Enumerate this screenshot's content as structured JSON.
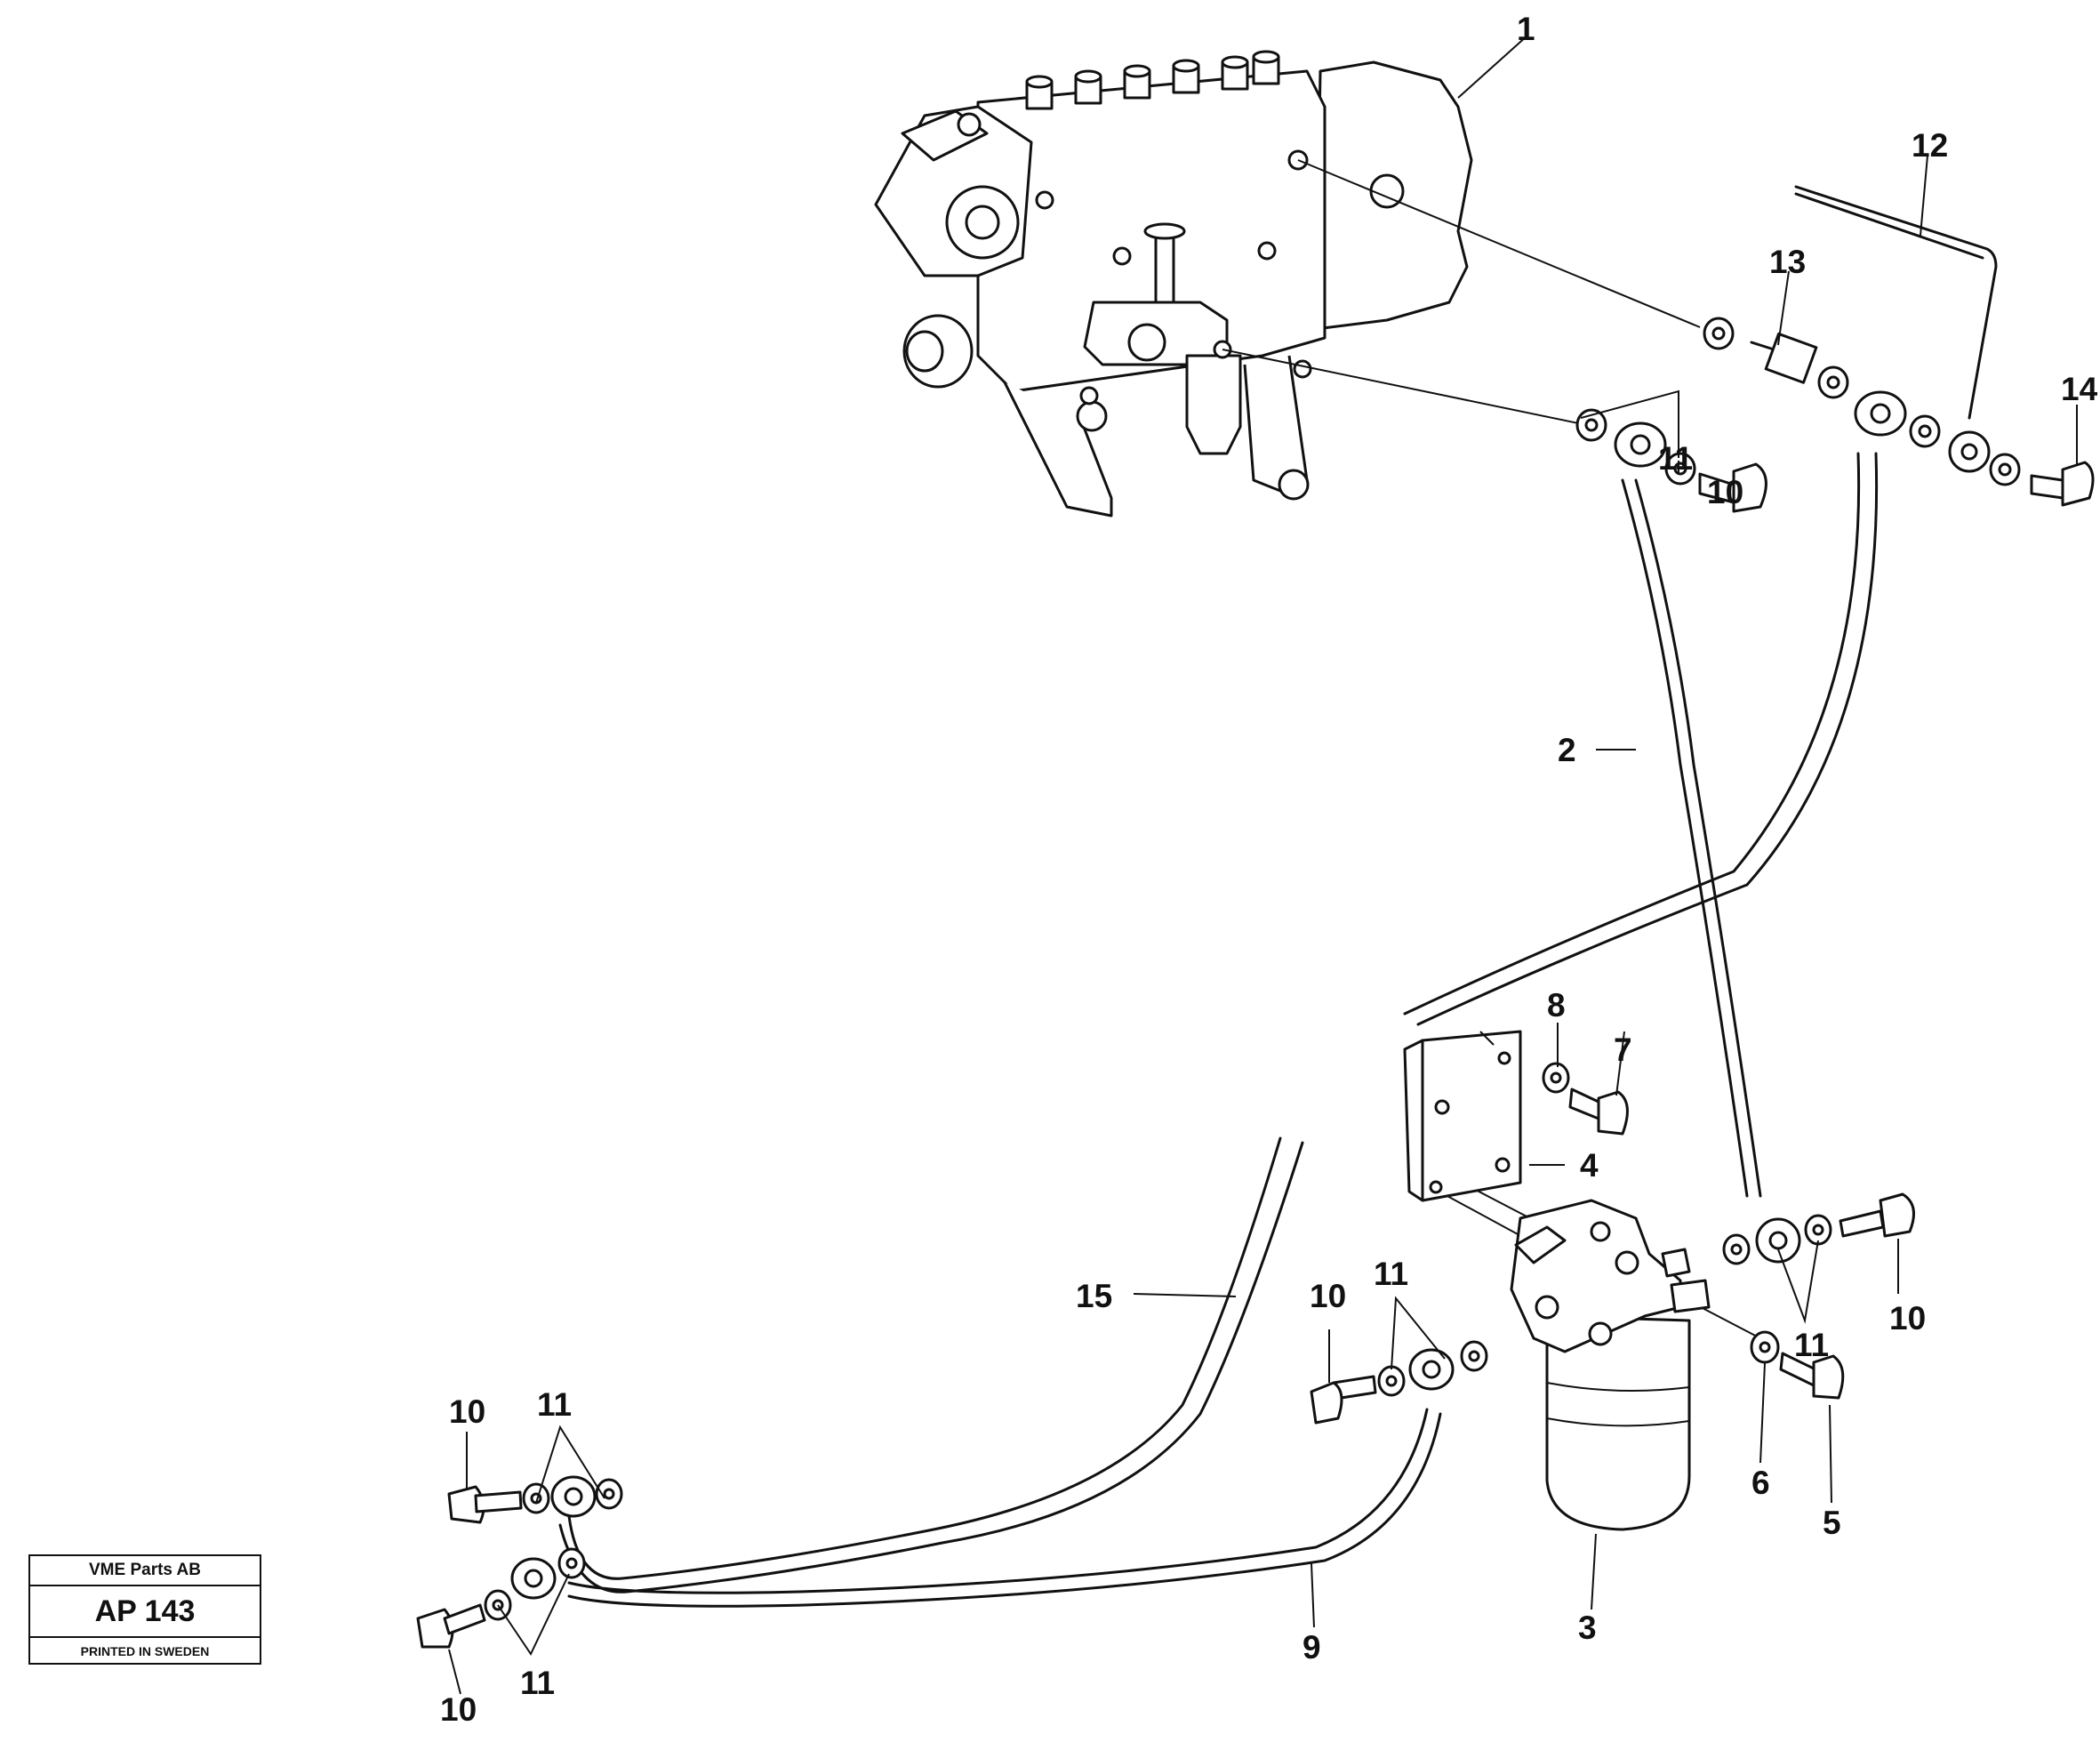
{
  "callouts": [
    {
      "id": "callout-1",
      "text": "1"
    },
    {
      "id": "callout-2",
      "text": "2"
    },
    {
      "id": "callout-3",
      "text": "3"
    },
    {
      "id": "callout-4",
      "text": "4"
    },
    {
      "id": "callout-5",
      "text": "5"
    },
    {
      "id": "callout-6",
      "text": "6"
    },
    {
      "id": "callout-7",
      "text": "7"
    },
    {
      "id": "callout-8",
      "text": "8"
    },
    {
      "id": "callout-9",
      "text": "9"
    },
    {
      "id": "callout-10-a",
      "text": "10"
    },
    {
      "id": "callout-10-b",
      "text": "10"
    },
    {
      "id": "callout-10-c",
      "text": "10"
    },
    {
      "id": "callout-10-d",
      "text": "10"
    },
    {
      "id": "callout-10-e",
      "text": "10"
    },
    {
      "id": "callout-11-a",
      "text": "11"
    },
    {
      "id": "callout-11-b",
      "text": "11"
    },
    {
      "id": "callout-11-c",
      "text": "11"
    },
    {
      "id": "callout-11-d",
      "text": "11"
    },
    {
      "id": "callout-11-e",
      "text": "11"
    },
    {
      "id": "callout-12",
      "text": "12"
    },
    {
      "id": "callout-13",
      "text": "13"
    },
    {
      "id": "callout-14",
      "text": "14"
    },
    {
      "id": "callout-15",
      "text": "15"
    }
  ],
  "stamp": {
    "company": "VME Parts AB",
    "code": "AP 143",
    "printed": "PRINTED IN SWEDEN"
  },
  "colors": {
    "ink": "#111111",
    "paper": "#ffffff"
  }
}
